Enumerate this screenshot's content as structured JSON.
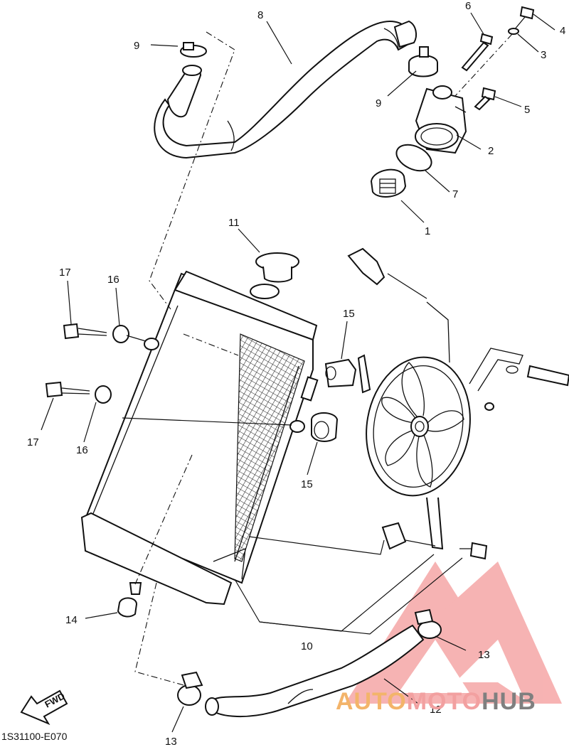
{
  "diagram_code": "1S31100-E070",
  "fwd_label": "FWD",
  "watermark": {
    "part1": "AUTO",
    "part2": "MOTO",
    "part3": "HUB",
    "colors": {
      "auto": "#f3b46a",
      "moto": "#f2a0a0",
      "hub": "#7f7f7f",
      "logo": "#f28d8d"
    }
  },
  "callouts": {
    "n1": "1",
    "n2": "2",
    "n3": "3",
    "n4": "4",
    "n5": "5",
    "n6": "6",
    "n7": "7",
    "n8": "8",
    "n9a": "9",
    "n9b": "9",
    "n10": "10",
    "n11": "11",
    "n12": "12",
    "n13a": "13",
    "n13b": "13",
    "n14": "14",
    "n15a": "15",
    "n15b": "15",
    "n16a": "16",
    "n16b": "16",
    "n17a": "17",
    "n17b": "17"
  }
}
